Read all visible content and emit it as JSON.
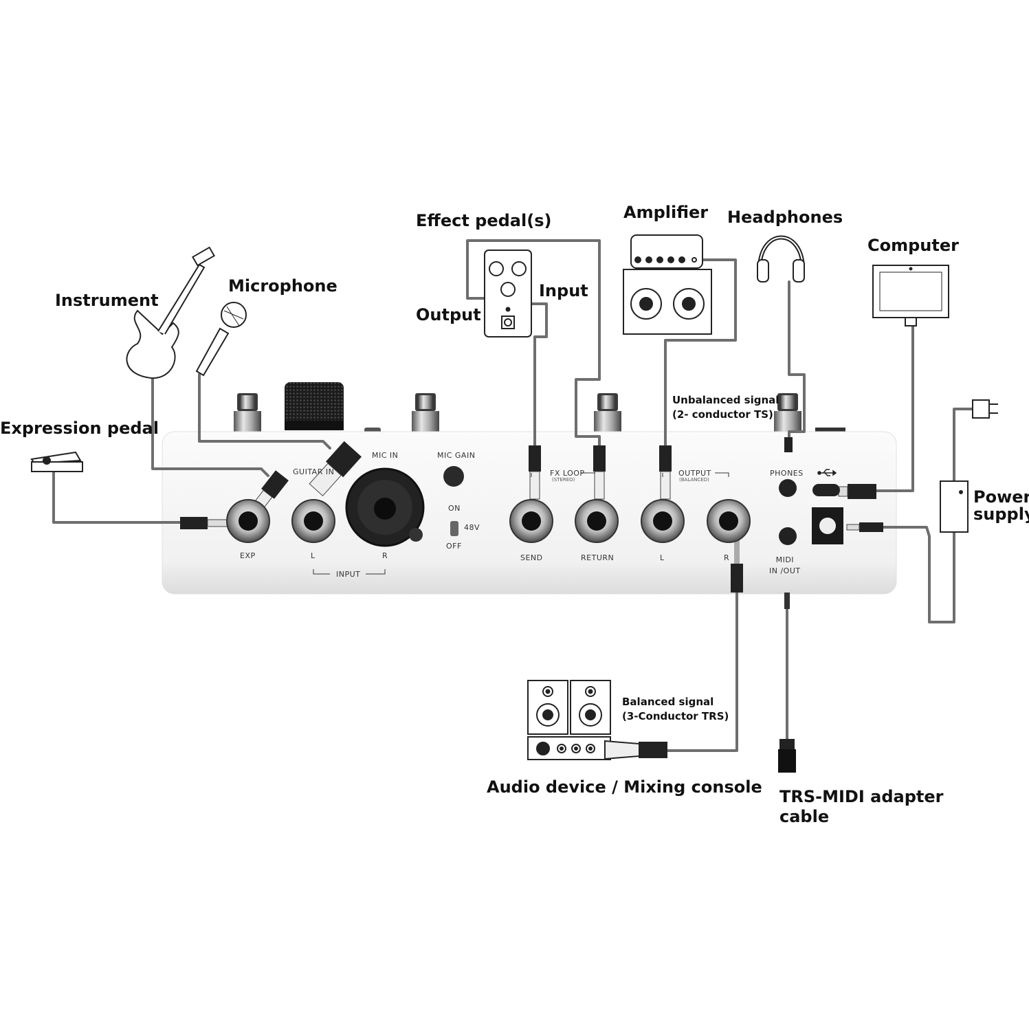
{
  "labels": {
    "expression_pedal": "Expression pedal",
    "instrument": "Instrument",
    "microphone": "Microphone",
    "effect_pedals": "Effect pedal(s)",
    "output": "Output",
    "input": "Input",
    "amplifier": "Amplifier",
    "headphones": "Headphones",
    "computer": "Computer",
    "power_supply": [
      "Power",
      "supply"
    ],
    "unbalanced": [
      "Unbalanced signal",
      "(2- conductor TS)"
    ],
    "balanced": [
      "Balanced signal",
      "(3-Conductor TRS)"
    ],
    "audio_device": "Audio device / Mixing console",
    "trs_midi": [
      "TRS-MIDI adapter",
      "cable"
    ]
  },
  "panel": {
    "exp": "EXP",
    "guitar_in": "GUITAR IN",
    "mic_in": "MIC IN",
    "mic_gain": "MIC GAIN",
    "on": "ON",
    "off": "OFF",
    "v48": "48V",
    "input_l": "L",
    "input_r": "R",
    "input_group": "INPUT",
    "fx_loop": "FX LOOP",
    "fx_loop_sub": "(STEREO)",
    "send": "SEND",
    "return": "RETURN",
    "output_group": "OUTPUT",
    "output_sub": "(BALANCED)",
    "out_l": "L",
    "out_r": "R",
    "phones": "PHONES",
    "midi": [
      "MIDI",
      "IN /OUT"
    ]
  },
  "colors": {
    "cable": "#6e6e6e",
    "panel": "#f4f4f4",
    "jack": "#1a1a1a",
    "outline": "#222222"
  },
  "icons": [
    "guitar-icon",
    "microphone-icon",
    "expression-pedal-icon",
    "effect-pedal-icon",
    "amplifier-icon",
    "headphones-icon",
    "computer-icon",
    "power-plug-icon",
    "power-adapter-icon",
    "studio-monitor-icon",
    "mixer-icon",
    "usb-icon"
  ]
}
